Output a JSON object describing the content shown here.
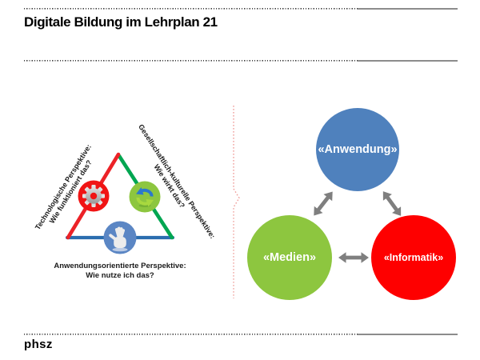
{
  "header": {
    "title": "Digitale Bildung im Lehrplan 21"
  },
  "footer": {
    "logo": "phsz"
  },
  "triangle_diagram": {
    "technological": {
      "line1": "Technologische Perspektive:",
      "line2": "Wie funktioniert das?"
    },
    "societal": {
      "line1": "Gesellschaftlich-kulturelle Perspektive:",
      "line2": "Wie wirkt das?"
    },
    "application": {
      "line1": "Anwendungsorientierte Perspektive:",
      "line2": "Wie nutze ich das?"
    },
    "icons": {
      "gear": "gear-icon",
      "sync": "sync-arrows-icon",
      "hand": "hand-icon"
    }
  },
  "concept_circles": {
    "anwendung": {
      "label": "«Anwendung»",
      "color": "#4f81bd"
    },
    "medien": {
      "label": "«Medien»",
      "color": "#8dc63f"
    },
    "informatik": {
      "label": "«Informatik»",
      "color": "#fe0000"
    }
  },
  "colors": {
    "title-text": "#000000",
    "label-text": "#1a1a1a",
    "rule-dot": "#3c3c3c",
    "rule-solid": "#8c8c8c",
    "divider-red": "#ef9d99",
    "triangle-red": "#ec2227",
    "triangle-green": "#00a651",
    "triangle-blue": "#2b6daf",
    "icon-circle-red": "#f01414",
    "icon-circle-green": "#8dc63f",
    "icon-circle-blue": "#5b86c4",
    "circle-blue": "#4f81bd",
    "circle-green": "#8dc63f",
    "circle-red": "#fe0000",
    "circle-label": "#ffffff",
    "arrow-gray": "#7f7f7f"
  }
}
